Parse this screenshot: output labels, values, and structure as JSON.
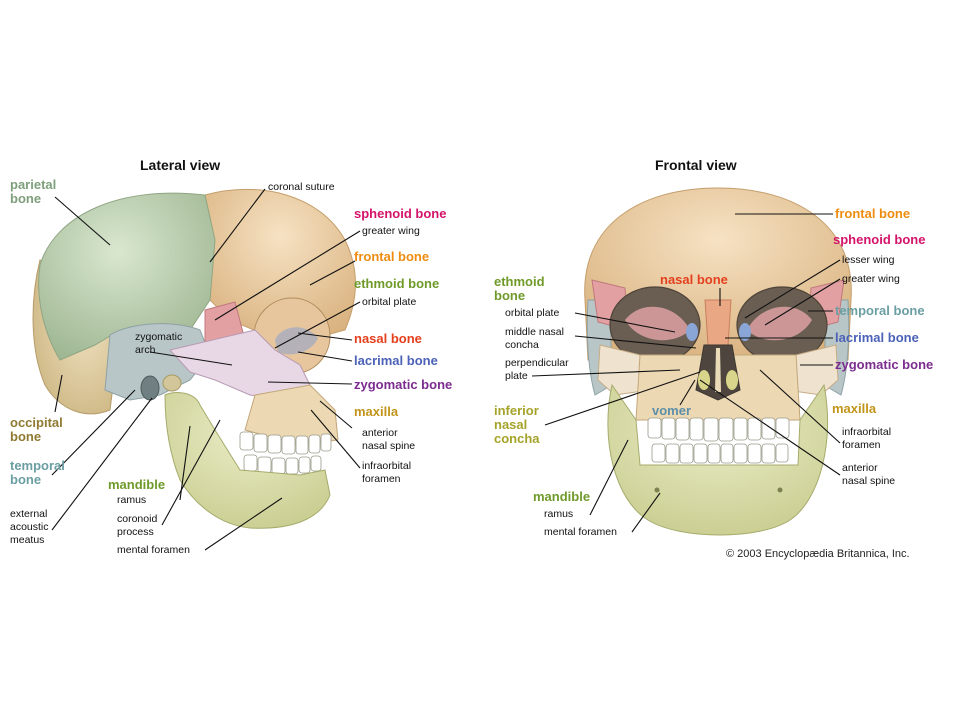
{
  "colors": {
    "parietal": "#7e9f7b",
    "sphenoid": "#d4146a",
    "frontal": "#ee8c10",
    "ethmoid": "#6f9a2a",
    "nasal": "#e4401e",
    "lacrimal": "#4b62b8",
    "zygomatic": "#7b2c8e",
    "maxilla": "#c29419",
    "occipital": "#8f7a31",
    "temporal": "#6a9ea3",
    "mandible": "#6f9a2a",
    "inferior_concha": "#a5a329",
    "vomer": "#5d8fa8"
  },
  "lateral": {
    "title": "Lateral view",
    "parietal": "parietal\nbone",
    "coronal_suture": "coronal suture",
    "sphenoid": "sphenoid bone",
    "greater_wing": "greater wing",
    "frontal": "frontal bone",
    "ethmoid": "ethmoid bone",
    "orbital_plate": "orbital plate",
    "zygomatic_arch": "zygomatic\narch",
    "nasal": "nasal bone",
    "lacrimal": "lacrimal bone",
    "zygomatic": "zygomatic bone",
    "occipital": "occipital\nbone",
    "maxilla": "maxilla",
    "anterior_nasal_spine": "anterior\nnasal spine",
    "temporal": "temporal\nbone",
    "infraorbital_foramen": "infraorbital\nforamen",
    "mandible": "mandible",
    "ramus": "ramus",
    "external_acoustic_meatus": "external\nacoustic\nmeatus",
    "coronoid_process": "coronoid\nprocess",
    "mental_foramen": "mental foramen"
  },
  "frontal_view": {
    "title": "Frontal view",
    "frontal": "frontal bone",
    "sphenoid": "sphenoid bone",
    "lesser_wing": "lesser wing",
    "greater_wing": "greater wing",
    "ethmoid": "ethmoid\nbone",
    "nasal": "nasal bone",
    "temporal": "temporal bone",
    "orbital_plate": "orbital plate",
    "middle_nasal_concha": "middle nasal\nconcha",
    "lacrimal": "lacrimal bone",
    "perpendicular_plate": "perpendicular\nplate",
    "zygomatic": "zygomatic bone",
    "inferior_nasal_concha": "inferior\nnasal\nconcha",
    "vomer": "vomer",
    "maxilla": "maxilla",
    "infraorbital_foramen": "infraorbital\nforamen",
    "anterior_nasal_spine": "anterior\nnasal spine",
    "mandible": "mandible",
    "ramus": "ramus",
    "mental_foramen": "mental foramen"
  },
  "copyright": "© 2003 Encyclopædia Britannica, Inc."
}
